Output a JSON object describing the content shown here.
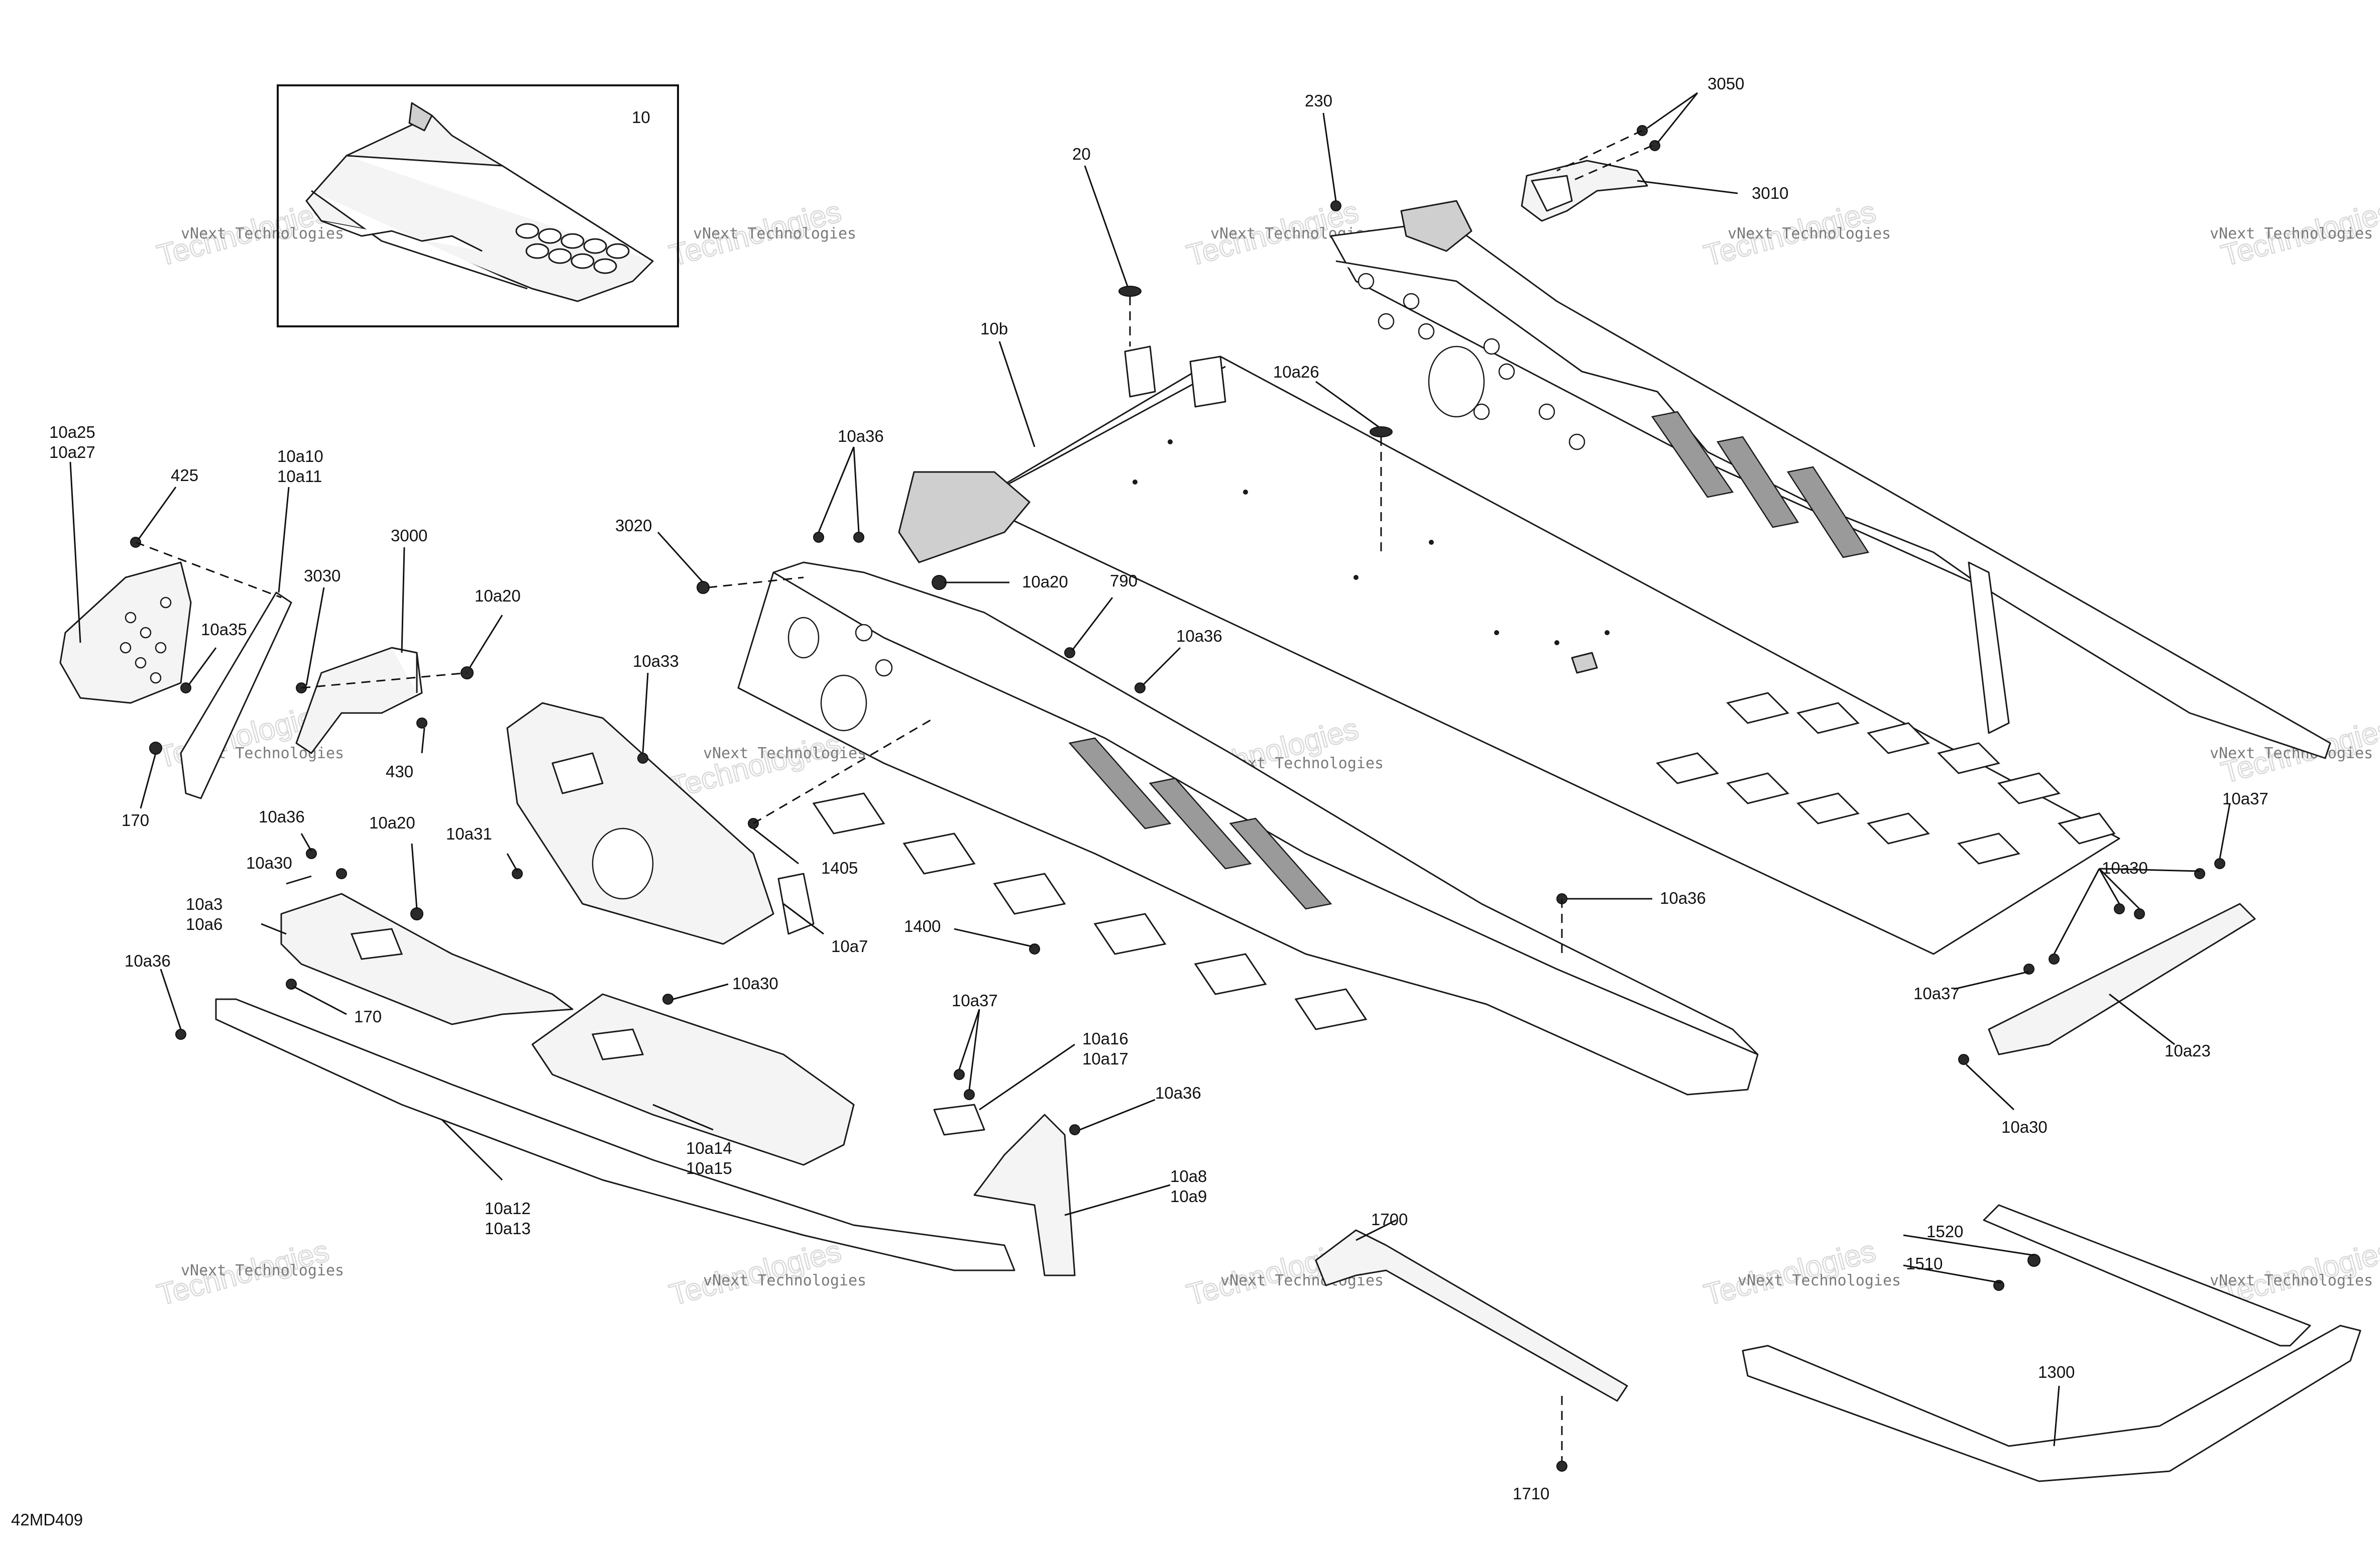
{
  "diagram_code": "42MD409",
  "inset": {
    "label": "10"
  },
  "watermark": {
    "line1": "vNext Technologies",
    "line2_word1": "vNext",
    "line2_word2": "Technologies"
  },
  "labels": {
    "p3050": "3050",
    "p3010": "3010",
    "p230": "230",
    "p20": "20",
    "p10b": "10b",
    "p10a26": "10a26",
    "p10a36_top": "10a36",
    "p3020": "3020",
    "p10a20_top": "10a20",
    "p790": "790",
    "p10a36_mid": "10a36",
    "p10a33": "10a33",
    "p10a25": "10a25",
    "p10a27": "10a27",
    "p425": "425",
    "p10a10": "10a10",
    "p10a11": "10a11",
    "p3000": "3000",
    "p3030": "3030",
    "p10a20_left": "10a20",
    "p10a35": "10a35",
    "p430": "430",
    "p170_top": "170",
    "p10a36_left": "10a36",
    "p10a20_low": "10a20",
    "p10a31": "10a31",
    "p1405": "1405",
    "p10a30_left": "10a30",
    "p10a3": "10a3",
    "p10a6": "10a6",
    "p10a7": "10a7",
    "p1400": "1400",
    "p10a36_far": "10a36",
    "p170_low": "170",
    "p10a30_mid": "10a30",
    "p10a14": "10a14",
    "p10a15": "10a15",
    "p10a12": "10a12",
    "p10a13": "10a13",
    "p10a37_mid": "10a37",
    "p10a16": "10a16",
    "p10a17": "10a17",
    "p10a36_low": "10a36",
    "p10a8": "10a8",
    "p10a9": "10a9",
    "p10a36_right": "10a36",
    "p10a37_right": "10a37",
    "p10a30_right": "10a30",
    "p10a37_right2": "10a37",
    "p10a23": "10a23",
    "p10a30_low": "10a30",
    "p1700": "1700",
    "p1710": "1710",
    "p1520": "1520",
    "p1510": "1510",
    "p1300": "1300"
  }
}
